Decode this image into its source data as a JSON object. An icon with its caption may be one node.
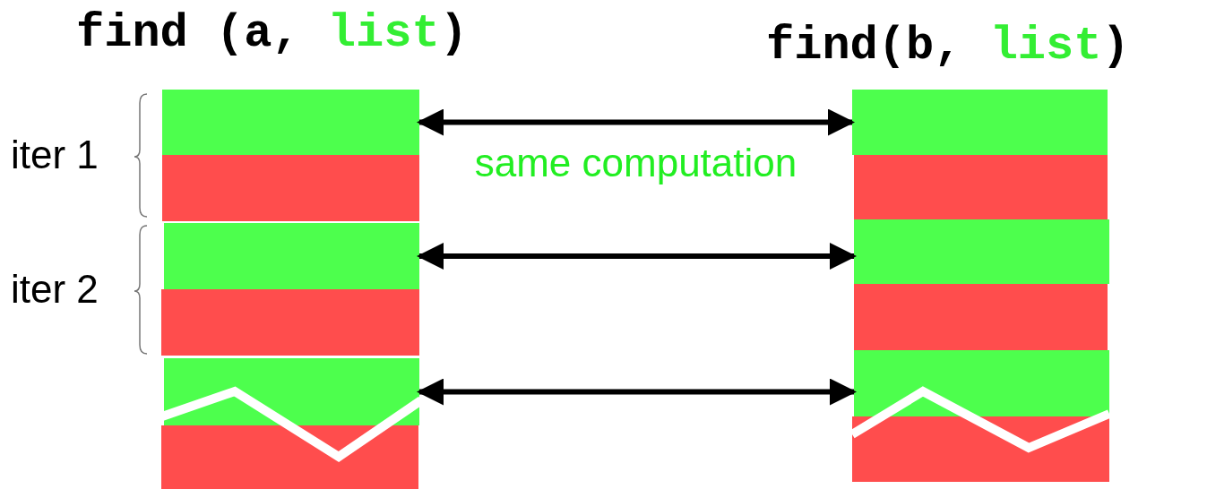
{
  "diagram": {
    "nodes": [
      {
        "text": [],
        "shape": "bar"
      },
      {
        "text": [],
        "shape": "bar"
      },
      {
        "text": [],
        "shape": "bar"
      },
      {
        "text": [],
        "shape": "bar"
      },
      {
        "text": [],
        "shape": "bar"
      },
      {
        "text": [],
        "shape": "bar"
      },
      {
        "text": [],
        "shape": "bar"
      },
      {
        "text": [],
        "shape": "bar"
      },
      {
        "text": [],
        "shape": "bar"
      },
      {
        "text": [],
        "shape": "bar"
      },
      {
        "text": [],
        "shape": "bar"
      },
      {
        "text": [],
        "shape": "bar"
      }
    ],
    "edges": [
      {
        "from": 0,
        "to": 6,
        "arrow": "both",
        "label": "same computation"
      },
      {
        "from": 2,
        "to": 8,
        "arrow": "both"
      },
      {
        "from": 4,
        "to": 10,
        "arrow": "both"
      }
    ],
    "labels": [
      "find (a, **list**)",
      "find(b, **list**)",
      "iter 1",
      "iter 2"
    ]
  }
}
